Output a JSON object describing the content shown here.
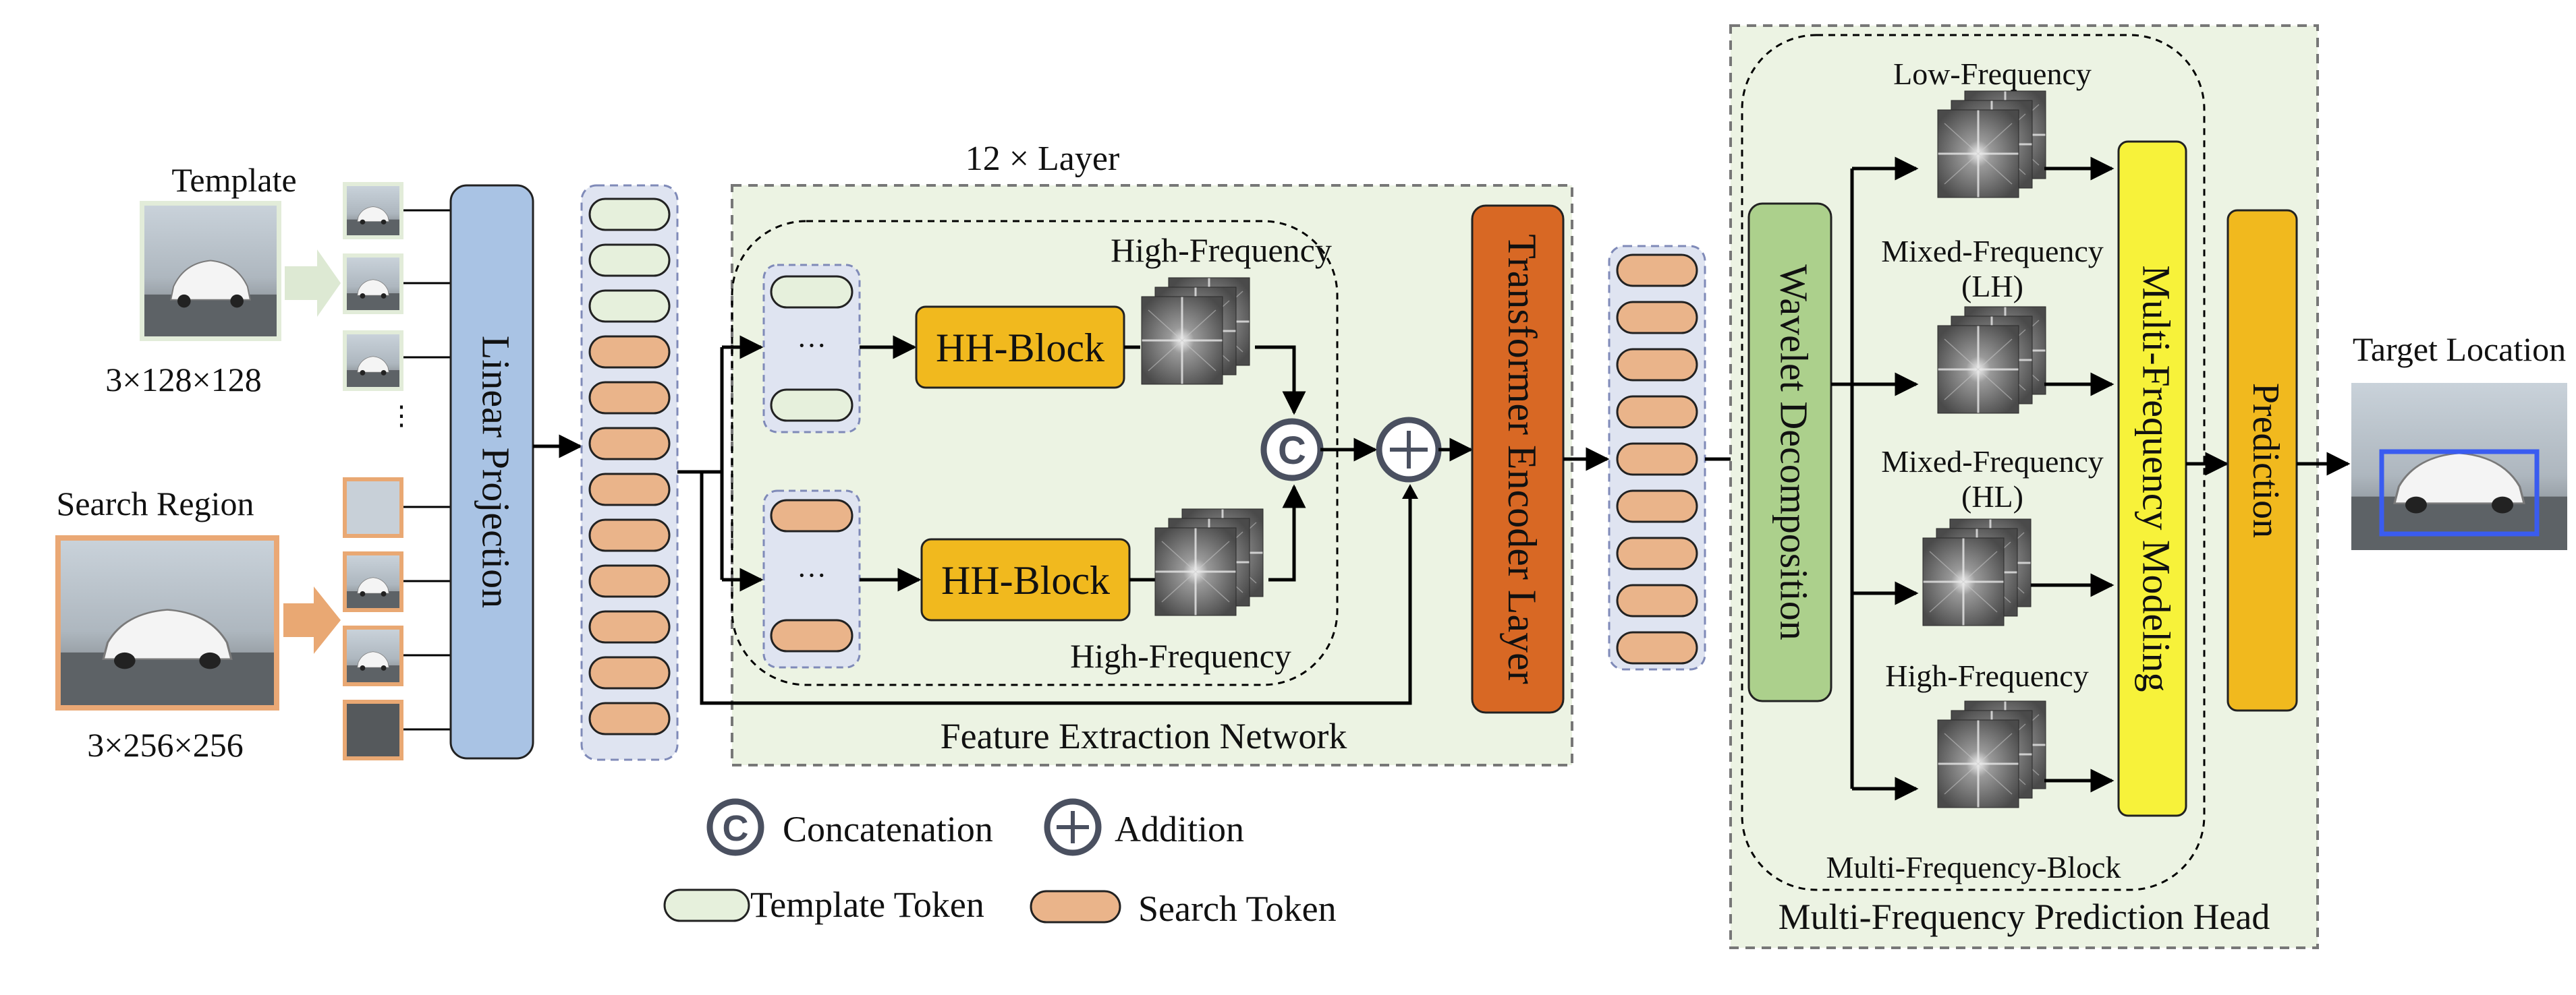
{
  "inputs": {
    "template_label": "Template",
    "template_size": "3×128×128",
    "search_label": "Search Region",
    "search_size": "3×256×256",
    "ellipsis": "⋮"
  },
  "linear_projection": "Linear Projection",
  "feature_net": {
    "layer_repeat": "12 × Layer",
    "high_freq_top": "High-Frequency",
    "high_freq_bottom": "High-Frequency",
    "hh_block_top": "HH-Block",
    "hh_block_bottom": "HH-Block",
    "token_ellipsis": "···",
    "concat_symbol": "C",
    "add_symbol": "+",
    "title": "Feature Extraction Network"
  },
  "transformer_encoder": "Transformer Encoder Layer",
  "prediction_head": {
    "wavelet": "Wavelet Decomposition",
    "low_freq": "Low-Frequency",
    "mixed_lh_line1": "Mixed-Frequency",
    "mixed_lh_line2": "(LH)",
    "mixed_hl_line1": "Mixed-Frequency",
    "mixed_hl_line2": "(HL)",
    "high_freq": "High-Frequency",
    "block_title": "Multi-Frequency-Block",
    "mfm": "Multi-Frequency Modeling",
    "prediction": "Prediction",
    "title": "Multi-Frequency Prediction Head"
  },
  "output": {
    "label": "Target Location"
  },
  "legend": {
    "concat": "Concatenation",
    "add": "Addition",
    "template_token": "Template Token",
    "search_token": "Search Token"
  },
  "colors": {
    "template_token": "#e6f0dc",
    "search_token": "#eab48a",
    "linear_projection": "#a9c3e4",
    "hh_block": "#f1b91e",
    "transformer": "#d86824",
    "wavelet": "#acd08c",
    "mfm": "#f7f23a",
    "prediction": "#f1b91e",
    "net_bg": "#ecf3e3",
    "token_group_bg": "#dfe4f1"
  }
}
